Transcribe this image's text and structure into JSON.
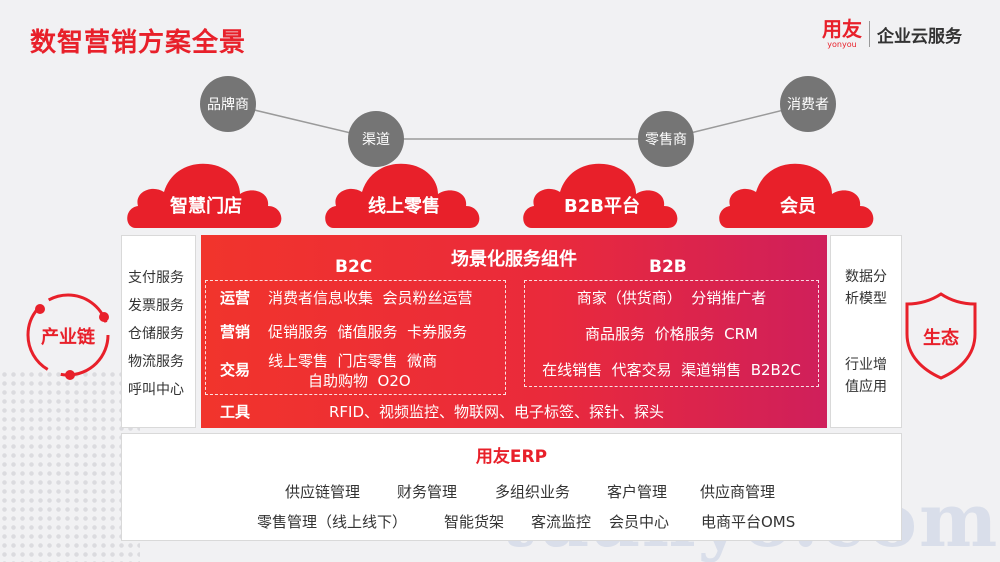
{
  "header": {
    "title": "数智营销方案全景",
    "logo_cn": "用友",
    "logo_en": "yonyou",
    "logo_service": "企业云服务"
  },
  "network_nodes": [
    "品牌商",
    "渠道",
    "零售商",
    "消费者"
  ],
  "clouds": [
    "智慧门店",
    "线上零售",
    "B2B平台",
    "会员"
  ],
  "left_badge": "产业链",
  "right_badge": "生态",
  "left_panel": [
    "支付服务",
    "发票服务",
    "仓储服务",
    "物流服务",
    "呼叫中心"
  ],
  "right_panel": {
    "top": [
      "数据分",
      "析模型"
    ],
    "bottom": [
      "行业增",
      "值应用"
    ]
  },
  "center": {
    "title": "场景化服务组件",
    "b2c_label": "B2C",
    "b2b_label": "B2B",
    "b2c_rows": [
      {
        "label": "运营",
        "text": "消费者信息收集  会员粉丝运营"
      },
      {
        "label": "营销",
        "text": "促销服务  储值服务  卡券服务"
      },
      {
        "label": "交易",
        "text": "线上零售  门店零售  微商",
        "text2": "自助购物  O2O"
      }
    ],
    "b2b_rows": [
      "商家（供货商）  分销推广者",
      "商品服务  价格服务  CRM",
      "在线销售  代客交易  渠道销售  B2B2C"
    ],
    "tools_label": "工具",
    "tools_text": "RFID、视频监控、物联网、电子标签、探针、探头"
  },
  "erp": {
    "title": "用友ERP",
    "row1": [
      "供应链管理",
      "财务管理",
      "多组织业务",
      "客户管理",
      "供应商管理"
    ],
    "row2": [
      "零售管理（线上线下）",
      "智能货架",
      "客流监控",
      "会员中心",
      "电商平台OMS"
    ]
  },
  "watermark": "tuanyo.com",
  "colors": {
    "accent": "#e8202a",
    "node_gray": "#757575"
  }
}
